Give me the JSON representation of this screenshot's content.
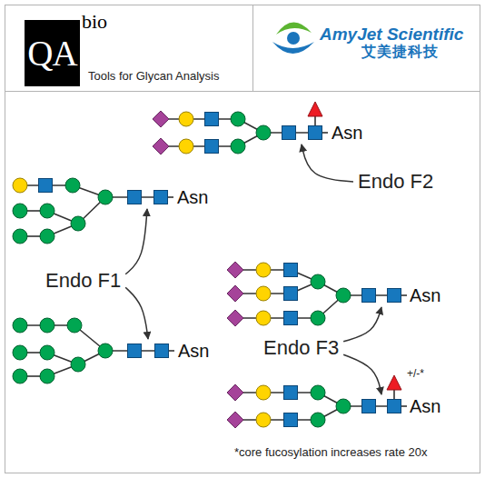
{
  "diagram": {
    "nodes": [
      {
        "text": [
          "QA",
          "bio"
        ]
      },
      {
        "text": [
          "Asn"
        ]
      },
      {
        "text": [
          "Endo F2"
        ]
      },
      {
        "text": [
          "Asn"
        ]
      },
      {
        "text": [
          "Endo F1"
        ]
      },
      {
        "text": [
          "Asn"
        ]
      },
      {
        "text": [
          "Asn"
        ]
      },
      {
        "text": [
          "Endo F3"
        ]
      },
      {
        "text": [
          "Asn"
        ]
      }
    ],
    "edges": [
      {
        "from": 2,
        "to": 1,
        "arrow": "to"
      },
      {
        "from": 4,
        "to": 3,
        "arrow": "to"
      },
      {
        "from": 4,
        "to": 6,
        "arrow": "to"
      },
      {
        "from": 7,
        "to": 5,
        "arrow": "to"
      },
      {
        "from": 7,
        "to": 8,
        "arrow": "to"
      }
    ],
    "labels": [
      "Tools for Glycan Analysis",
      "AmyJet Scientific",
      "艾美捷科技",
      "+/-*",
      "*core fucosylation increases rate 20x"
    ]
  }
}
